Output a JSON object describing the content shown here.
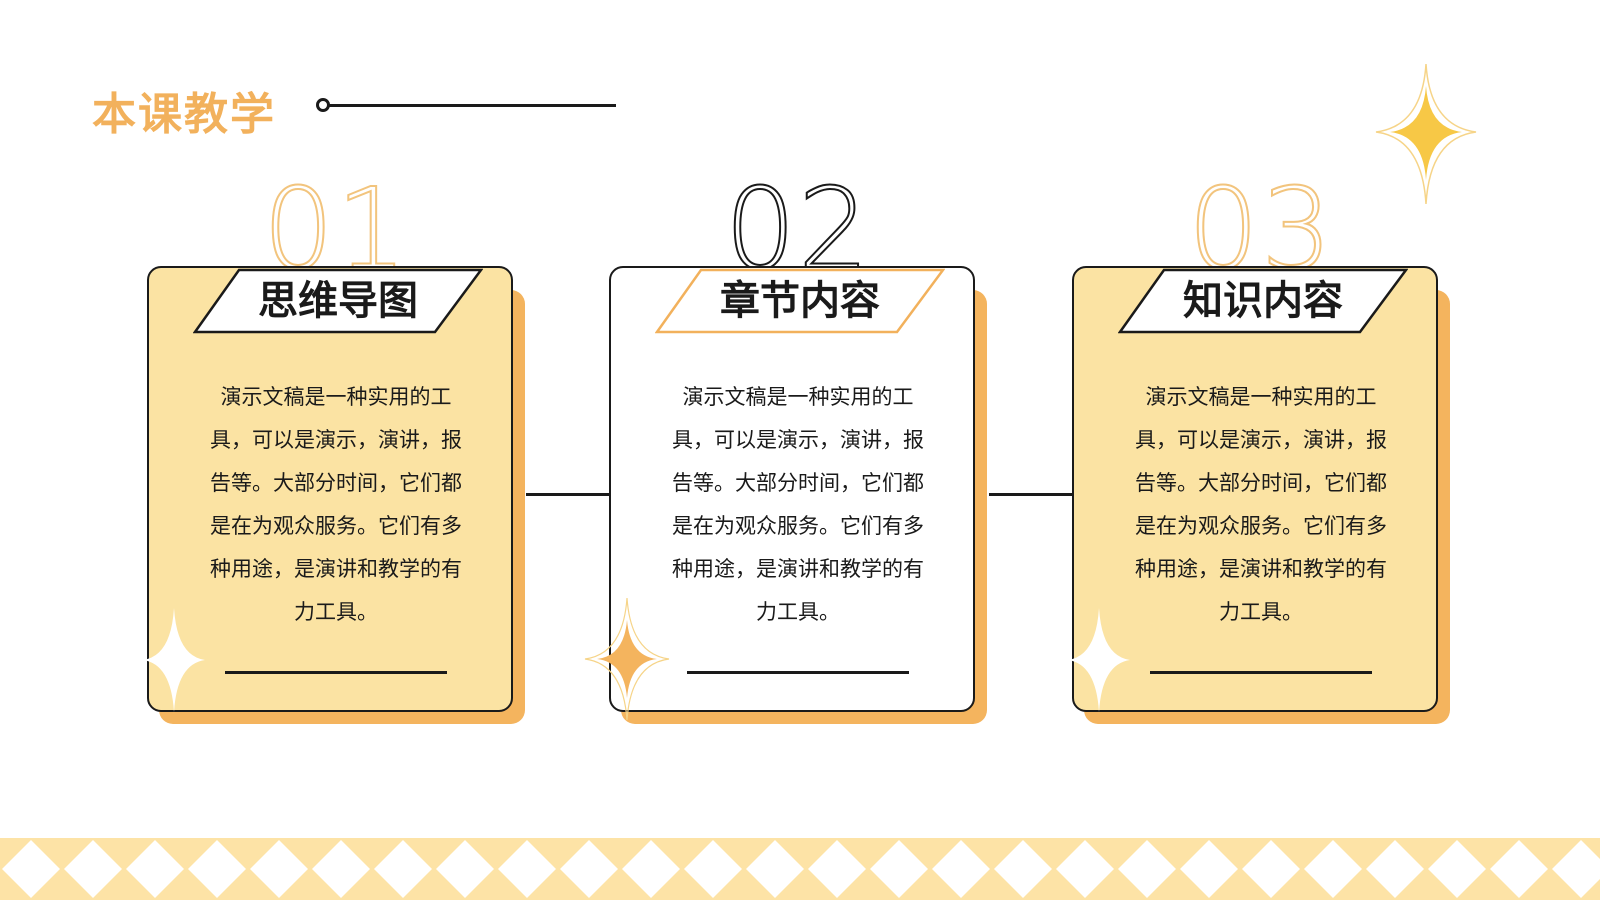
{
  "header": {
    "title": "本课教学"
  },
  "cards": [
    {
      "number": "01",
      "heading": "思维导图",
      "description": "演示文稿是一种实用的工具，可以是演示，演讲，报告等。大部分时间，它们都是在为观众服务。它们有多种用途，是演讲和教学的有力工具。"
    },
    {
      "number": "02",
      "heading": "章节内容",
      "description": "演示文稿是一种实用的工具，可以是演示，演讲，报告等。大部分时间，它们都是在为观众服务。它们有多种用途，是演讲和教学的有力工具。"
    },
    {
      "number": "03",
      "heading": "知识内容",
      "description": "演示文稿是一种实用的工具，可以是演示，演讲，报告等。大部分时间，它们都是在为观众服务。它们有多种用途，是演讲和教学的有力工具。"
    }
  ],
  "colors": {
    "accent": "#f2b15c",
    "card_fill": "#fbe3a3",
    "shadow": "#f4b45e",
    "ink": "#1a1a1a",
    "pattern": "#fde3a6"
  },
  "icons": [
    "sparkle-icon"
  ]
}
